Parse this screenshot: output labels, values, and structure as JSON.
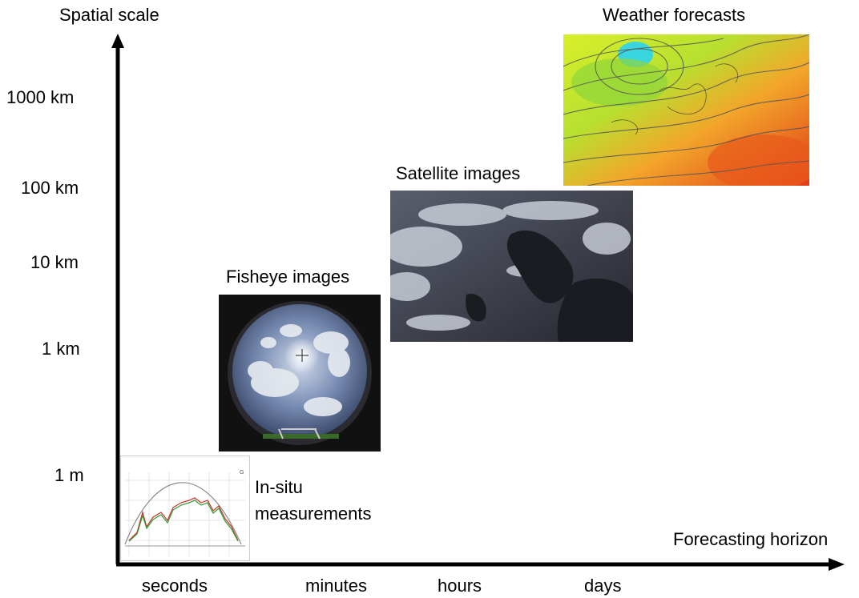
{
  "axes": {
    "y_title": "Spatial scale",
    "x_title": "Forecasting horizon",
    "y_ticks": [
      "1000 km",
      "100 km",
      "10 km",
      "1 km",
      "1 m"
    ],
    "x_ticks": [
      "seconds",
      "minutes",
      "hours",
      "days"
    ]
  },
  "items": {
    "insitu_line1": "In-situ",
    "insitu_line2": "measurements",
    "fisheye": "Fisheye images",
    "satellite": "Satellite images",
    "weather": "Weather forecasts"
  },
  "colors": {
    "axis": "#000000",
    "chart_gray": "#8a8a8a",
    "chart_green": "#2e9e2e",
    "chart_red": "#d03030"
  }
}
